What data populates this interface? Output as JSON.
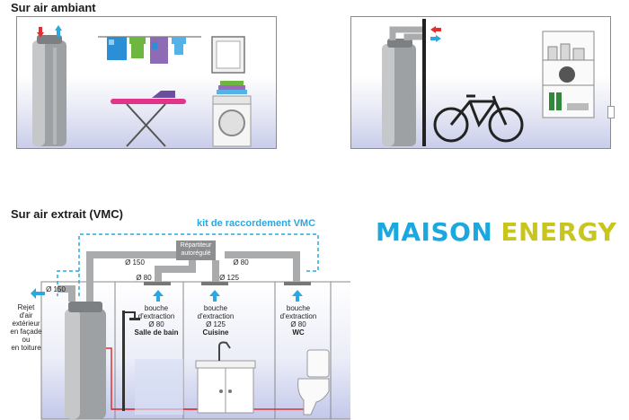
{
  "sections": {
    "ambiant_title": "Sur air ambiant",
    "extrait_title": "Sur air extrait (VMC)"
  },
  "vmc": {
    "kit_label": "kit de raccordement VMC",
    "repartiteur_line1": "Répartiteur",
    "repartiteur_line2": "autorégulé",
    "d150_top": "Ø 150",
    "d80_right": "Ø 80",
    "d80_left": "Ø 80",
    "d125": "Ø 125",
    "d150_side": "Ø 150",
    "rejet": [
      "Rejet",
      "d'air",
      "extérieur",
      "en façade",
      "ou",
      "en toiture"
    ],
    "bouches": [
      {
        "l1": "bouche",
        "l2": "d'extraction",
        "l3": "Ø 80",
        "l4": "Salle de bain"
      },
      {
        "l1": "bouche",
        "l2": "d'extraction",
        "l3": "Ø 125",
        "l4": "Cuisine"
      },
      {
        "l1": "bouche",
        "l2": "d'extraction",
        "l3": "Ø 80",
        "l4": "WC"
      }
    ]
  },
  "brand": {
    "word1": "MAISON",
    "word2": "ENERGY",
    "color1": "#1aa8df",
    "color2": "#c8c61e",
    "logo_icon": "power-circle-icon"
  },
  "colors": {
    "duct": "#a9abad",
    "cold_arrow": "#2aa8e0",
    "hot_arrow": "#e03030",
    "kit_dash": "#2aa8e0",
    "hot_pipe": "#e03030"
  }
}
